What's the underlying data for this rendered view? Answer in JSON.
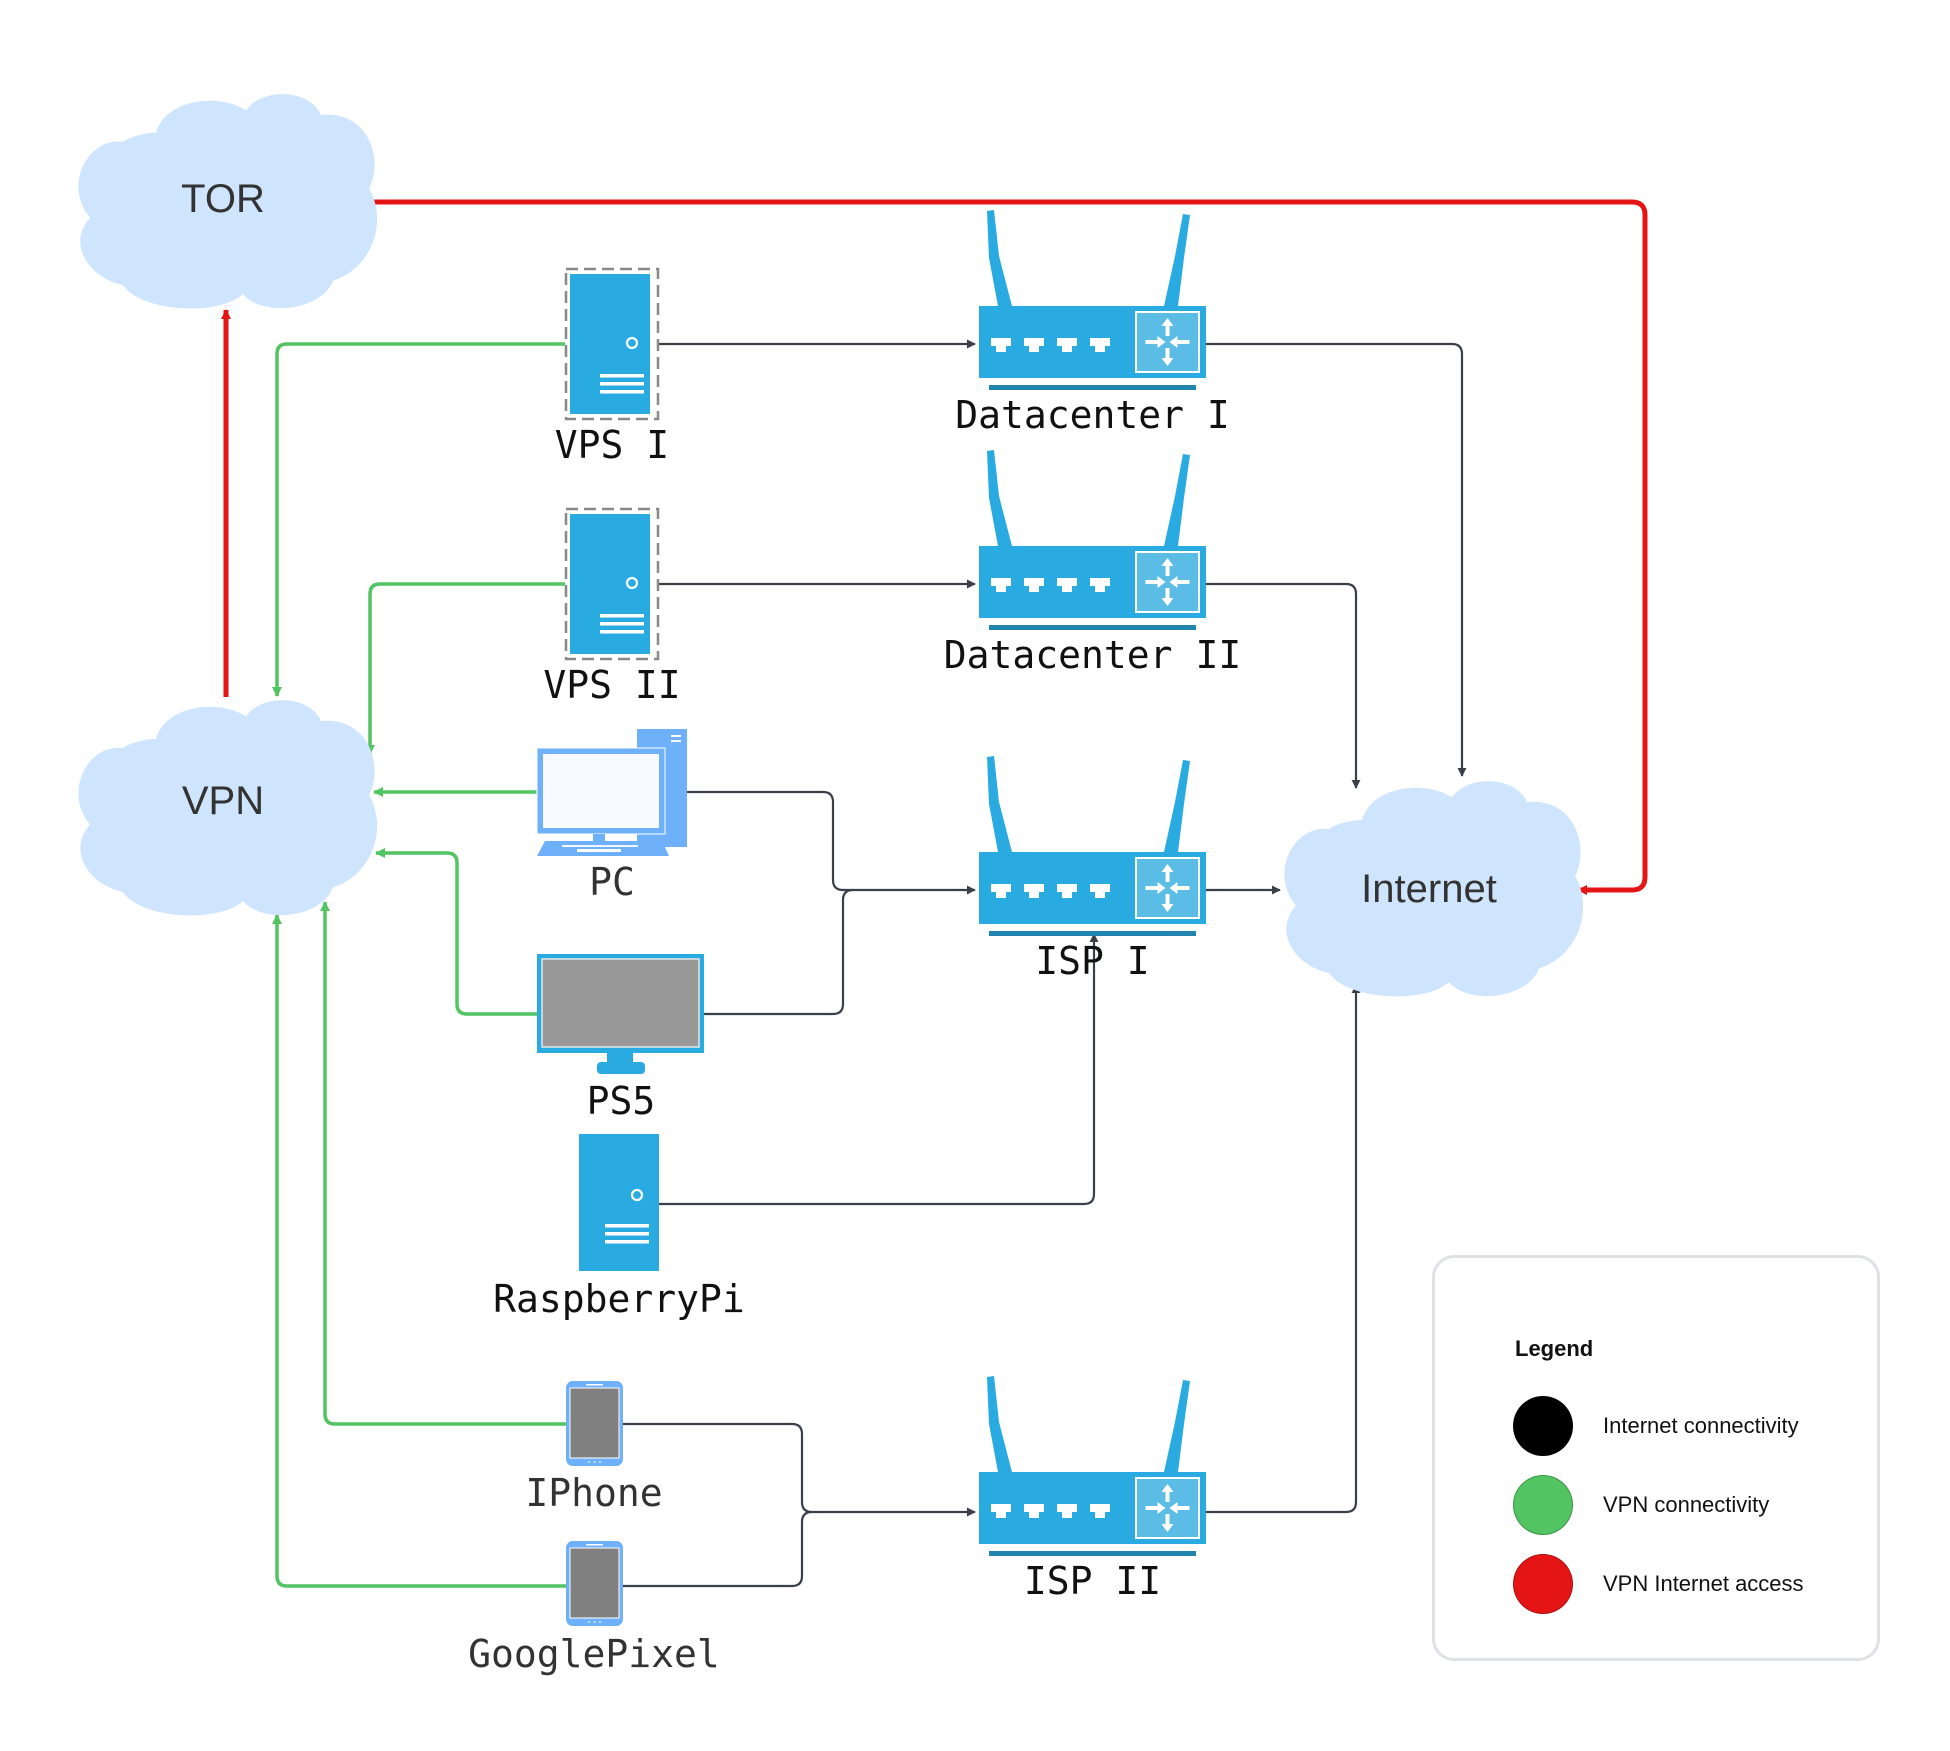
{
  "colors": {
    "cloud_fill": "#cfe4fd",
    "device_blue": "#29aae1",
    "device_blue_dark": "#2285b0",
    "pc_blue": "#6fb0fb",
    "screen_grey": "#999999",
    "phone_screen": "#808080",
    "line_dark": "#3a404a",
    "vpn_green": "#52c462",
    "vpn_red": "#e61515",
    "legend_black": "#000000"
  },
  "clouds": {
    "tor": {
      "label": "TOR"
    },
    "vpn": {
      "label": "VPN"
    },
    "internet": {
      "label": "Internet"
    }
  },
  "nodes": {
    "vps1": {
      "label": "VPS I",
      "icon": "server-icon"
    },
    "vps2": {
      "label": "VPS II",
      "icon": "server-icon"
    },
    "pc": {
      "label": "PC",
      "icon": "desktop-computer-icon"
    },
    "ps5": {
      "label": "PS5",
      "icon": "monitor-icon"
    },
    "raspberrypi": {
      "label": "RaspberryPi",
      "icon": "server-icon"
    },
    "iphone": {
      "label": "IPhone",
      "icon": "smartphone-icon"
    },
    "googlepixel": {
      "label": "GooglePixel",
      "icon": "smartphone-icon"
    },
    "dc1": {
      "label": "Datacenter I",
      "icon": "wireless-router-icon"
    },
    "dc2": {
      "label": "Datacenter II",
      "icon": "wireless-router-icon"
    },
    "isp1": {
      "label": "ISP I",
      "icon": "wireless-router-icon"
    },
    "isp2": {
      "label": "ISP II",
      "icon": "wireless-router-icon"
    }
  },
  "connections": [
    {
      "from": "VPS I",
      "to": "Datacenter I",
      "type": "Internet connectivity"
    },
    {
      "from": "VPS II",
      "to": "Datacenter II",
      "type": "Internet connectivity"
    },
    {
      "from": "Datacenter I",
      "to": "Internet",
      "type": "Internet connectivity"
    },
    {
      "from": "Datacenter II",
      "to": "Internet",
      "type": "Internet connectivity"
    },
    {
      "from": "PC",
      "to": "ISP I",
      "type": "Internet connectivity"
    },
    {
      "from": "PS5",
      "to": "ISP I",
      "type": "Internet connectivity"
    },
    {
      "from": "RaspberryPi",
      "to": "ISP I",
      "type": "Internet connectivity"
    },
    {
      "from": "ISP I",
      "to": "Internet",
      "type": "Internet connectivity"
    },
    {
      "from": "IPhone",
      "to": "ISP II",
      "type": "Internet connectivity"
    },
    {
      "from": "GooglePixel",
      "to": "ISP II",
      "type": "Internet connectivity"
    },
    {
      "from": "ISP II",
      "to": "Internet",
      "type": "Internet connectivity"
    },
    {
      "from": "VPS I",
      "to": "VPN",
      "type": "VPN connectivity"
    },
    {
      "from": "VPS II",
      "to": "VPN",
      "type": "VPN connectivity"
    },
    {
      "from": "PC",
      "to": "VPN",
      "type": "VPN connectivity"
    },
    {
      "from": "PS5",
      "to": "VPN",
      "type": "VPN connectivity"
    },
    {
      "from": "IPhone",
      "to": "VPN",
      "type": "VPN connectivity"
    },
    {
      "from": "GooglePixel",
      "to": "VPN",
      "type": "VPN connectivity"
    },
    {
      "from": "VPN",
      "to": "TOR",
      "type": "VPN Internet access"
    },
    {
      "from": "TOR",
      "to": "Internet",
      "type": "VPN Internet access"
    }
  ],
  "legend": {
    "title": "Legend",
    "items": [
      {
        "label": "Internet connectivity",
        "color": "#000000"
      },
      {
        "label": "VPN connectivity",
        "color": "#52c462"
      },
      {
        "label": "VPN Internet access",
        "color": "#e61515"
      }
    ]
  }
}
